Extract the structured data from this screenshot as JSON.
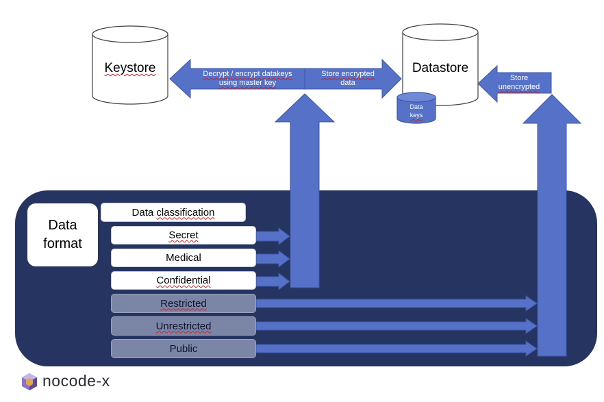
{
  "keystore": {
    "label": "Keystore"
  },
  "datastore": {
    "label": "Datastore"
  },
  "datakeys": {
    "line1": "Data",
    "line2": "keys"
  },
  "arrows": {
    "decrypt_line1": "Decrypt / encrypt datakeys",
    "decrypt_line2": "using master key",
    "store_encrypted_line1": "Store encrypted",
    "store_encrypted_line2": "data",
    "store_unencrypted_line1": "Store",
    "store_unencrypted_line2": "unencrypted"
  },
  "data_format": {
    "label": "Data\nformat"
  },
  "classification": {
    "header": "Data classification",
    "encrypted_levels": [
      "Secret",
      "Medical",
      "Confidential"
    ],
    "unencrypted_levels": [
      "Restricted",
      "Unrestricted",
      "Public"
    ]
  },
  "logo": {
    "text": "nocode-x"
  },
  "colors": {
    "panel": "#263461",
    "arrow": "#5572c8",
    "arrow_border": "#3d56a6",
    "grey_box": "#7b85a6"
  }
}
